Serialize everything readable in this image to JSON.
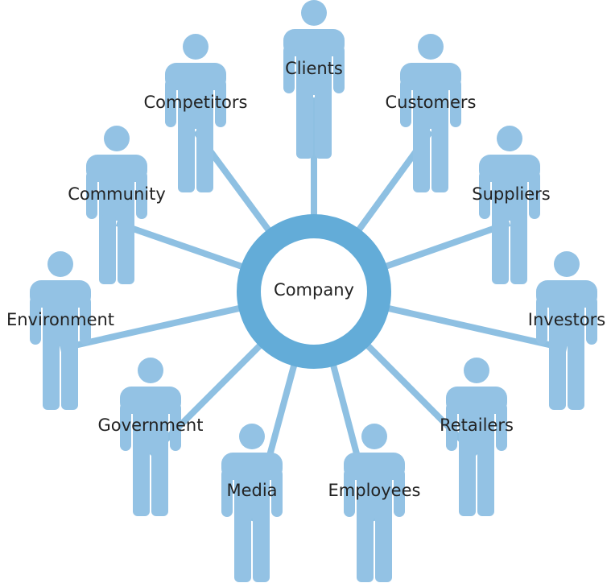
{
  "center": {
    "label": "Company"
  },
  "stakeholders": [
    {
      "label": "Clients"
    },
    {
      "label": "Customers"
    },
    {
      "label": "Suppliers"
    },
    {
      "label": "Investors"
    },
    {
      "label": "Retailers"
    },
    {
      "label": "Employees"
    },
    {
      "label": "Media"
    },
    {
      "label": "Government"
    },
    {
      "label": "Environment"
    },
    {
      "label": "Community"
    },
    {
      "label": "Competitors"
    }
  ],
  "colors": {
    "figure": "#93c2e4",
    "connector": "#8ec0e2",
    "ring": "#63acd8",
    "text": "#222222"
  }
}
